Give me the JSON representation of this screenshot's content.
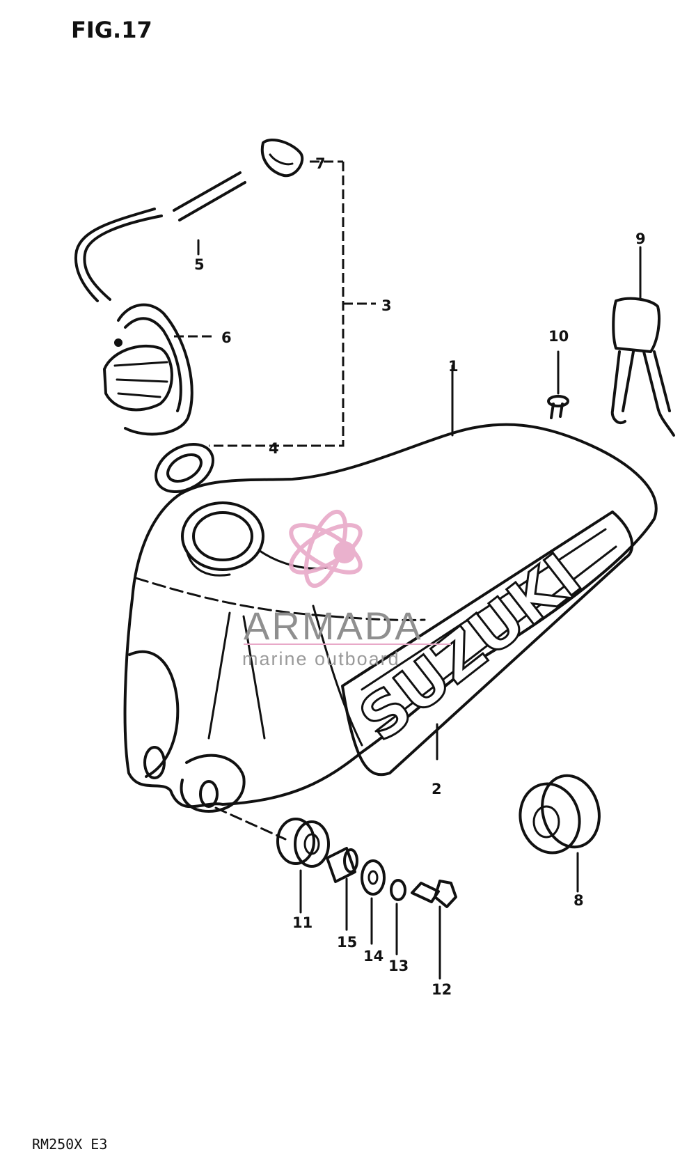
{
  "figure": {
    "title": "FIG.17",
    "model": "RM250X  E3"
  },
  "tank_brand": "SUZUKI",
  "watermark": {
    "name": "ARMADA",
    "tagline": "marine outboard",
    "accent_color": "#e8a9c8"
  },
  "callouts": [
    "1",
    "2",
    "3",
    "4",
    "5",
    "6",
    "7",
    "8",
    "9",
    "10",
    "11",
    "12",
    "13",
    "14",
    "15"
  ]
}
